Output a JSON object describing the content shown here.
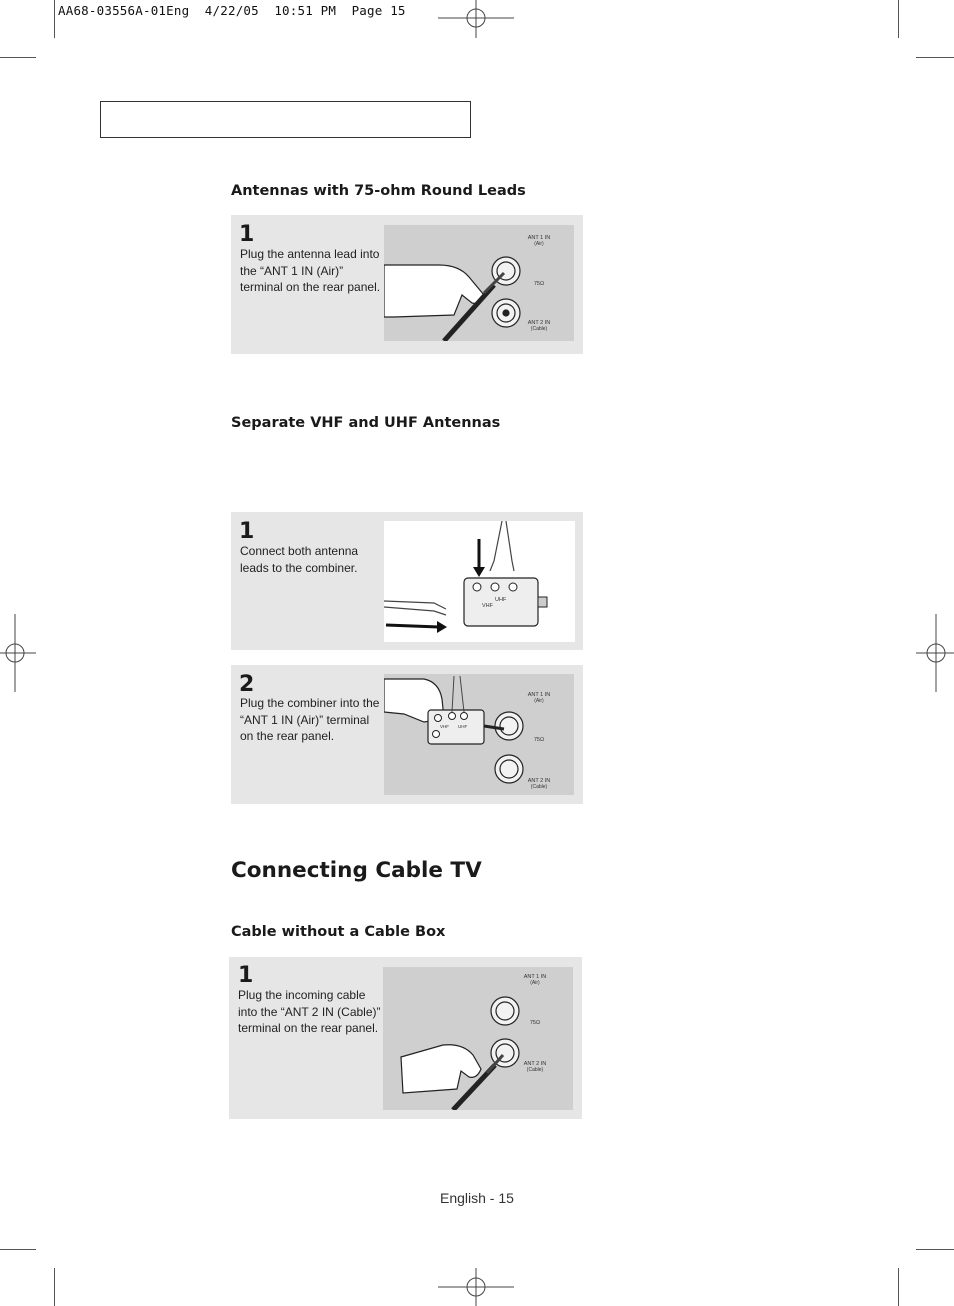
{
  "print_slug": "AA68-03556A-01Eng  4/22/05  10:51 PM  Page 15",
  "sections": {
    "round_leads": {
      "heading": "Antennas with 75-ohm Round Leads",
      "step1": {
        "number": "1",
        "lines": [
          "Plug the antenna lead into",
          "the “ANT 1 IN (Air)”",
          "terminal on the rear panel."
        ]
      }
    },
    "vhf_uhf": {
      "heading": "Separate VHF and UHF Antennas",
      "step1": {
        "number": "1",
        "lines": [
          "Connect both antenna",
          "leads to the combiner."
        ]
      },
      "step2": {
        "number": "2",
        "lines": [
          "Plug the combiner into the",
          "“ANT 1 IN (Air)” terminal",
          "on the rear panel."
        ]
      }
    },
    "cable_tv": {
      "title": "Connecting Cable TV",
      "subheading": "Cable without a Cable Box",
      "step1": {
        "number": "1",
        "lines": [
          "Plug the incoming cable",
          "into the “ANT 2 IN (Cable)”",
          "terminal on the rear panel."
        ]
      }
    }
  },
  "figure_labels": {
    "ant1": "ANT 1 IN",
    "air": "(Air)",
    "ohm": "75Ω",
    "ant2": "ANT 2 IN",
    "cable": "(Cable)",
    "vhf": "VHF",
    "uhf": "UHF"
  },
  "footer": "English - 15"
}
